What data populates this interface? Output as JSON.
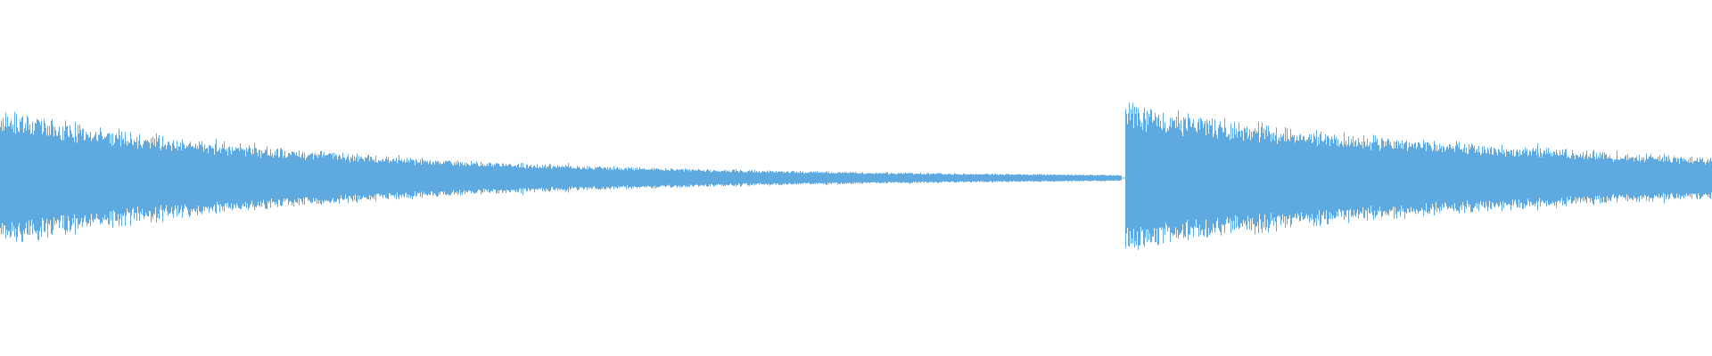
{
  "waveform": {
    "color": "#5DA9E0",
    "background": "#FFFFFF",
    "segments": [
      {
        "start_fraction": 0.0,
        "end_fraction": 0.655,
        "peak_amplitude": 0.4,
        "decay_rate": 5.2,
        "floor_amplitude": 0.006
      },
      {
        "start_fraction": 0.657,
        "end_fraction": 1.0,
        "peak_amplitude": 0.42,
        "decay_rate": 4.1,
        "floor_amplitude": 0.02
      }
    ]
  }
}
